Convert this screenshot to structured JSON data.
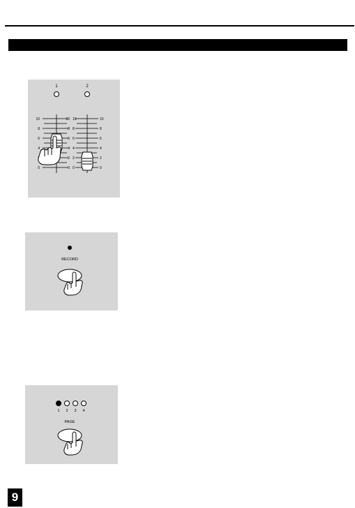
{
  "panel_faders": {
    "channel_labels": [
      "1",
      "2"
    ],
    "scale_labels": [
      "10",
      "8",
      "6",
      "4",
      "2",
      "0"
    ]
  },
  "panel_record": {
    "button_label": "RECORD"
  },
  "panel_page": {
    "led_labels": [
      "1",
      "2",
      "3",
      "4"
    ],
    "button_label": "PAGE"
  },
  "page_number": "9"
}
